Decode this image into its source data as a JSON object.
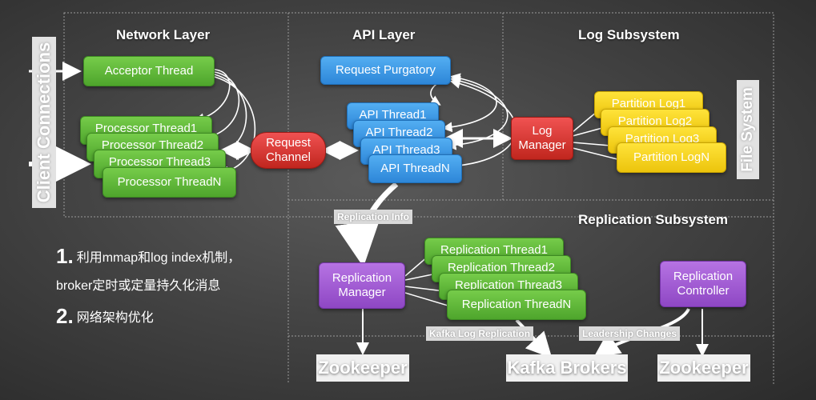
{
  "sections": {
    "network": "Network Layer",
    "api": "API Layer",
    "log": "Log Subsystem",
    "replication": "Replication Subsystem"
  },
  "client_connections": "Client Connections",
  "file_system": "File System",
  "acceptor": "Acceptor Thread",
  "processors": [
    "Processor Thread1",
    "Processor Thread2",
    "Processor Thread3",
    "Processor ThreadN"
  ],
  "request_channel": "Request Channel",
  "request_purgatory": "Request Purgatory",
  "api_threads": [
    "API Thread1",
    "API Thread2",
    "API Thread3",
    "API ThreadN"
  ],
  "log_manager": "Log Manager",
  "partition_logs": [
    "Partition Log1",
    "Partition Log2",
    "Partition Log3",
    "Partition LogN"
  ],
  "replication_info": "Replication Info",
  "replication_manager": "Replication Manager",
  "replication_threads": [
    "Replication Thread1",
    "Replication Thread2",
    "Replication Thread3",
    "Replication ThreadN"
  ],
  "replication_controller": "Replication Controller",
  "kafka_log_replication": "Kafka Log Replication",
  "leadership_changes": "Leadership Changes",
  "zookeeper_left": "Zookeeper",
  "kafka_brokers": "Kafka Brokers",
  "zookeeper_right": "Zookeeper",
  "notes": {
    "n1_num": "1.",
    "n1_line1": "利用mmap和log index机制，",
    "n1_line2": "broker定时或定量持久化消息",
    "n2_num": "2.",
    "n2_text": "网络架构优化"
  },
  "colors": {
    "green": "#5cb83a",
    "blue": "#3b9ae8",
    "yellow": "#f5d21c",
    "purple": "#9b55d0",
    "red": "#d63a32"
  }
}
